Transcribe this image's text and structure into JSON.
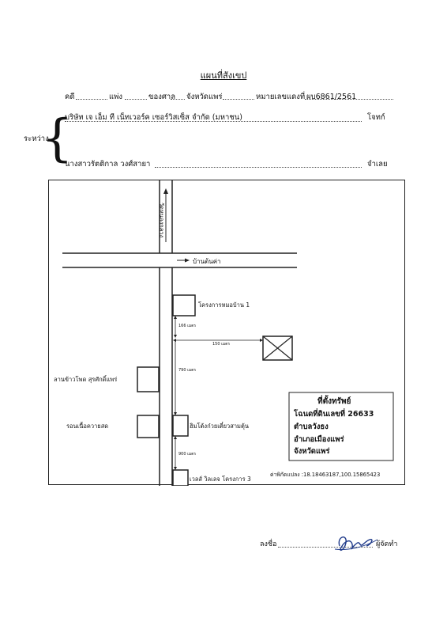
{
  "header": {
    "title": "แผนที่สังเขป",
    "case_label": "คดี",
    "civil_label": "แพ่ง",
    "court_label": "ของศาล",
    "province_label": "จังหวัดแพร่",
    "red_number_label": "หมายเลขแดงที่",
    "red_number_value": "ผบ6861/2561"
  },
  "parties": {
    "between_label": "ระหว่าง",
    "plaintiff_name": "บริษัท เจ เอ็ม ที เน็ทเวอร์ค เซอร์วิสเซ็ส จำกัด (มหาชน)",
    "plaintiff_role": "โจทก์",
    "defendant_name": "นางสาวรัตติกาล วงศ์สายา",
    "defendant_role": "จำเลย"
  },
  "map": {
    "vertical_road": "วัดหนองกลาง",
    "horizontal_road": "บ้านต้นค่า",
    "arrow_glyph": "→",
    "places": {
      "village_project_1": "โครงการหมอบ้าน 1",
      "rice_stall": "ลานข้าวโพด สุรศักดิ์แพร่",
      "noodle_shop": "ฮิมโต้งก๋วยเตี๋ยวสามตุ้น",
      "beef_shop": "รอนเนื้อควายสด",
      "villa_project_3": "เวลส์ วิลเลจ โครงการ 3"
    },
    "distances": {
      "d166": "166 เมตร",
      "d150": "150 เมตร",
      "d790": "790 เมตร",
      "d900": "900 เมตร"
    },
    "property_box": {
      "title": "ที่ตั้งทรัพย์",
      "line1": "โฉนดที่ดินเลขที่ 26633",
      "line2": "ตำบลวังธง",
      "line3": "อำเภอเมืองแพร่",
      "line4": "จังหวัดแพร่"
    },
    "coordinates": "ค่าพิกัดแปลง :18.18463187,100.15865423"
  },
  "footer": {
    "signed_label": "ลงชื่อ",
    "maker_label": "ผู้จัดทำ"
  }
}
